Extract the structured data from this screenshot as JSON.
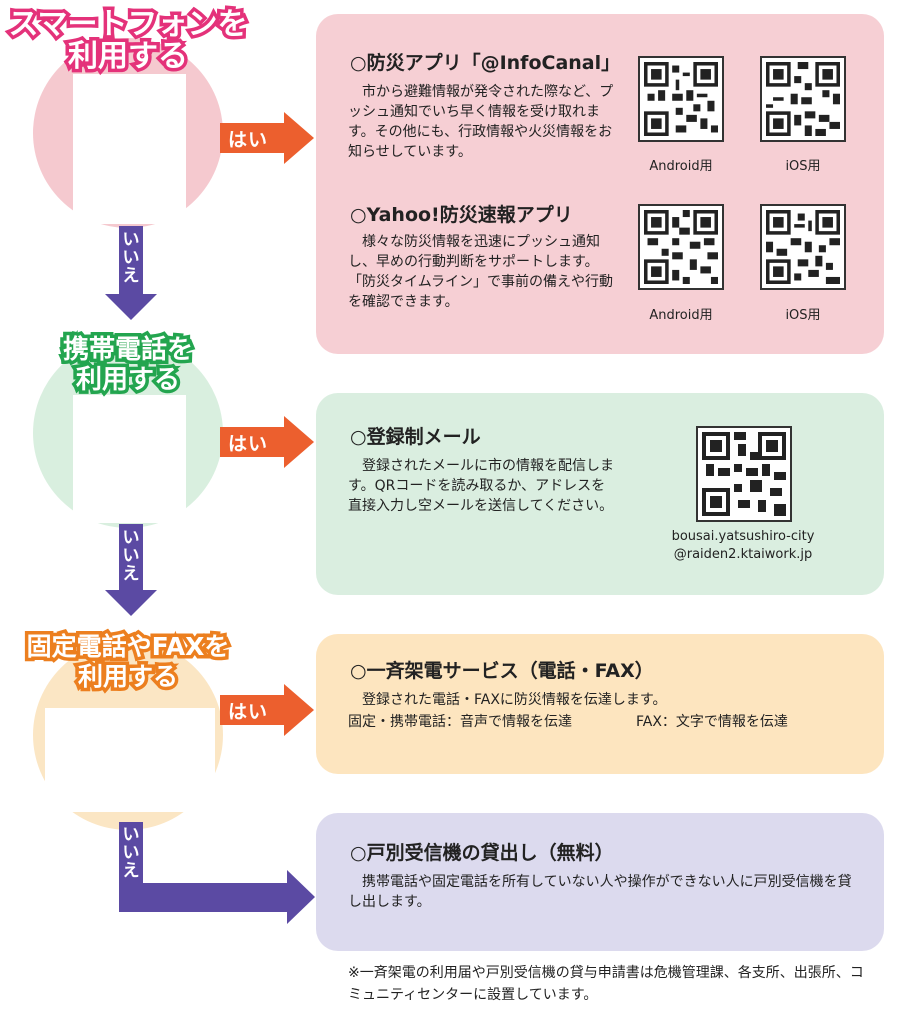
{
  "left": {
    "smartphone_title": [
      "スマートフォンを",
      "利用する"
    ],
    "mobile_title": [
      "携帯電話を",
      "利用する"
    ],
    "landline_title": [
      "固定電話やFAXを",
      "利用する"
    ],
    "yes_label": "はい",
    "no_label": "いいえ"
  },
  "panels": {
    "infocanal": {
      "title": "○防災アプリ「@InfoCanal」",
      "body": "　市から避難情報が発令された際など、プッシュ通知でいち早く情報を受け取れます。その他にも、行政情報や火災情報をお知らせしています。",
      "qr_android_caption": "Android用",
      "qr_ios_caption": "iOS用"
    },
    "yahoo": {
      "title": "○Yahoo!防災速報アプリ",
      "body": "　様々な防災情報を迅速にプッシュ通知し、早めの行動判断をサポートします。「防災タイムライン」で事前の備えや行動を確認できます。",
      "qr_android_caption": "Android用",
      "qr_ios_caption": "iOS用"
    },
    "mail": {
      "title": "○登録制メール",
      "body": "　登録されたメールに市の情報を配信します。QRコードを読み取るか、アドレスを直接入力し空メールを送信してください。",
      "address_line1": "bousai.yatsushiro-city",
      "address_line2": "@raiden2.ktaiwork.jp"
    },
    "call": {
      "title": "○一斉架電サービス（電話・FAX）",
      "body": "　登録された電話・FAXに防災情報を伝達します。",
      "line2_left": "固定・携帯電話：音声で情報を伝達",
      "line2_right": "FAX：文字で情報を伝達"
    },
    "receiver": {
      "title": "○戸別受信機の貸出し（無料）",
      "body": "　携帯電話や固定電話を所有していない人や操作ができない人に戸別受信機を貸し出します。"
    }
  },
  "footnote": "※一斉架電の利用届や戸別受信機の貸与申請書は危機管理課、各支所、出張所、コミュニティセンターに設置しています。",
  "colors": {
    "pink": "#e4327a",
    "green": "#23a54f",
    "orange": "#ec7f1f",
    "yes_arrow": "#ec5f2e",
    "no_arrow": "#5b4aa3"
  }
}
